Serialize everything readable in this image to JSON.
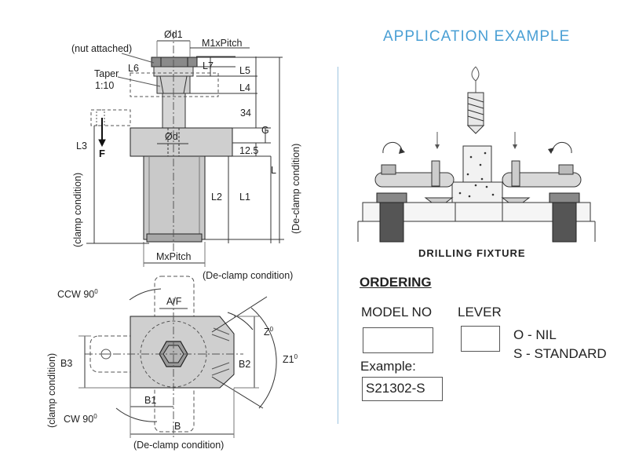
{
  "drawing": {
    "top_view_labels": {
      "d1": "Ød1",
      "m1_pitch": "M1xPitch",
      "nut_attached": "(nut attached)",
      "taper": "Taper",
      "taper_ratio": "1:10",
      "l6": "L6",
      "l7": "L7",
      "l5": "L5",
      "l4": "L4",
      "dim_34": "34",
      "g": "G",
      "d": "Ød",
      "dim_12_5": "12.5",
      "l3": "L3",
      "f": "F",
      "l": "L",
      "l2": "L2",
      "l1": "L1",
      "clamp_condition": "(clamp condition)",
      "declamp_condition_vertical": "(De-clamp condition)",
      "m_pitch": "MxPitch",
      "declamp_condition_1": "(De-clamp condition)"
    },
    "plan_view_labels": {
      "ccw_90": "CCW 90",
      "cw_90": "CW 90",
      "af": "A/F",
      "z0": "Z",
      "z1": "Z1",
      "b3": "B3",
      "b2": "B2",
      "b1": "B1",
      "b": "B",
      "clamp_condition": "(clamp condition)",
      "declamp_condition_2": "(De-clamp condition)",
      "degree": "0"
    }
  },
  "application": {
    "title": "APPLICATION EXAMPLE",
    "caption": "DRILLING FIXTURE"
  },
  "ordering": {
    "heading": "ORDERING",
    "model_no_label": "MODEL NO",
    "lever_label": "LEVER",
    "option_nil": "O - NIL",
    "option_standard": "S - STANDARD",
    "example_label": "Example:",
    "example_value": "S21302-S"
  }
}
